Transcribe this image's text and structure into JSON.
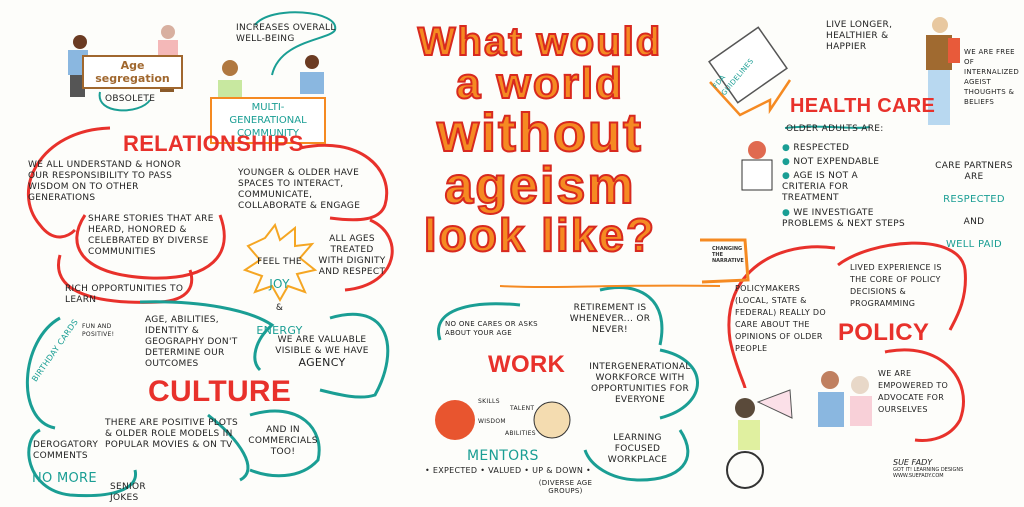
{
  "title": {
    "lines": [
      "What would",
      "a world",
      "without",
      "ageism",
      "look like?"
    ]
  },
  "logo": {
    "text": "Changing the Narrative"
  },
  "top_left": {
    "sign": "Age segregation",
    "obsolete": "Obsolete",
    "increases": "Increases overall well-being",
    "community_sign": "Multi-generational community"
  },
  "relationships": {
    "heading": "Relationships",
    "items": [
      "We all understand & honor our responsibility to pass wisdom on to other generations",
      "Younger & older have spaces to interact, communicate, collaborate & engage",
      "Share stories that are heard, honored & celebrated by diverse communities",
      "All ages treated with dignity and respect",
      "Rich opportunities to learn"
    ],
    "joy": {
      "line1": "Feel the",
      "joy": "Joy",
      "amp": "&",
      "energy": "Energy"
    }
  },
  "culture": {
    "heading": "Culture",
    "birthday_cards": "Birthday cards",
    "fun": "Fun and positive!",
    "items": [
      "Age, abilities, identity & geography don't determine our outcomes",
      "We are valuable visible & we have",
      "There are positive plots & older role models in popular movies & on TV",
      "And in commercials too!",
      "Derogatory comments",
      "Senior jokes"
    ],
    "agency": "Agency",
    "no_more": "No more"
  },
  "work": {
    "heading": "Work",
    "items": [
      "No one cares or asks about your age",
      "Retirement is whenever... or never!",
      "Intergenerational workforce with opportunities for everyone",
      "Learning focused workplace"
    ],
    "skills": [
      "Skills",
      "Talent",
      "Wisdom",
      "Abilities"
    ],
    "mentors": "Mentors",
    "mentor_traits": "• Expected • Valued • Up & down •",
    "diverse": "(Diverse age groups)"
  },
  "health_care": {
    "heading": "Health care",
    "fda": "FDA guidelines",
    "live_longer": "Live longer, healthier & happier",
    "free_of": "We are free of internalized ageist thoughts & beliefs",
    "older_adults": "Older adults are:",
    "bullets": [
      "Respected",
      "Not expendable",
      "Age is not a criteria for treatment",
      "We investigate problems & next steps"
    ],
    "care_partners": "Care partners are",
    "respected": "Respected",
    "and": "and",
    "well_paid": "Well paid"
  },
  "policy": {
    "heading": "Policy",
    "items": [
      "Policymakers (local, state & federal) really do care about the opinions of older people",
      "Lived experience is the core of policy decisions & programming",
      "We are empowered to advocate for ourselves"
    ]
  },
  "signature": {
    "name": "Sue Fady",
    "line": "Got It! Learning Designs",
    "web": "www.suefady.com"
  },
  "colors": {
    "red": "#e8312b",
    "teal": "#1a9e94",
    "orange": "#f58a22"
  }
}
